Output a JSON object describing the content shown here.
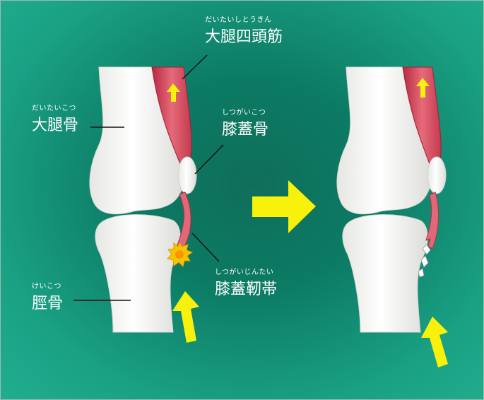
{
  "labels": {
    "quadriceps": {
      "ruby": "だいたいしとうきん",
      "text": "大腿四頭筋"
    },
    "femur": {
      "ruby": "だいたいこつ",
      "text": "大腿骨"
    },
    "patella": {
      "ruby": "しつがいこつ",
      "text": "膝蓋骨"
    },
    "patellar_tendon": {
      "ruby": "しつがいじんたい",
      "text": "膝蓋靭帯"
    },
    "tibia": {
      "ruby": "けいこつ",
      "text": "脛骨"
    }
  },
  "colors": {
    "background": "#0c7b64",
    "bone": "#f6f6f4",
    "muscle": "#d84a5c",
    "arrow": "#f7f10c",
    "impact": "#f5c400"
  }
}
